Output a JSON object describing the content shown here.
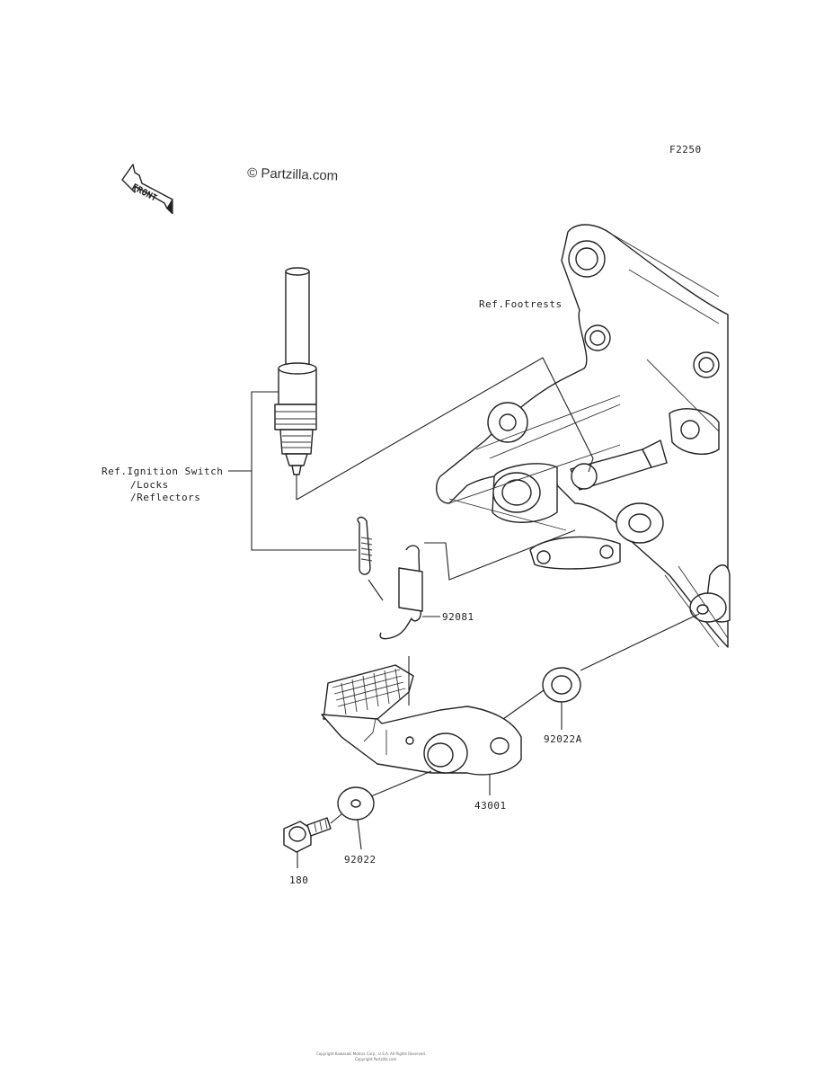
{
  "diagram_code": "F2250",
  "watermark": "© Partzilla.com",
  "front_arrow_label": "FRONT",
  "references": {
    "footrests": "Ref.Footrests",
    "ignition_line1": "Ref.Ignition Switch",
    "ignition_line2": "/Locks",
    "ignition_line3": "/Reflectors"
  },
  "callouts": [
    {
      "id": "spring",
      "number": "92081"
    },
    {
      "id": "washer-right",
      "number": "92022A"
    },
    {
      "id": "pedal",
      "number": "43001"
    },
    {
      "id": "washer-left",
      "number": "92022"
    },
    {
      "id": "bolt",
      "number": "180"
    }
  ],
  "footer": {
    "line1": "Copyright Kawasaki Motors Corp., U.S.A. All Rights Reserved.",
    "line2": "Copyright Partzilla.com"
  }
}
